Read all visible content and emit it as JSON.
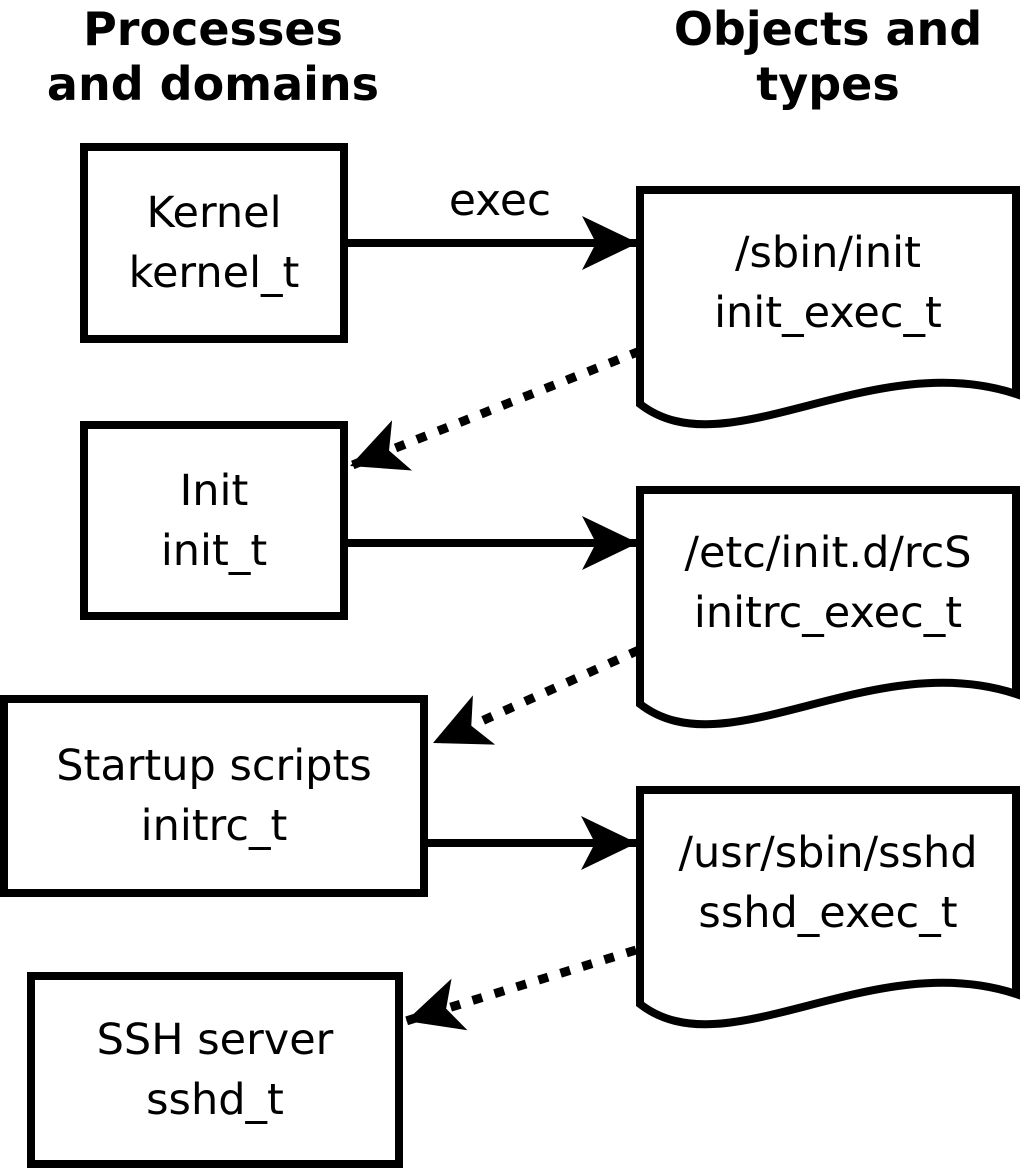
{
  "headings": {
    "processes": {
      "line1": "Processes",
      "line2": "and domains"
    },
    "objects": {
      "line1": "Objects and",
      "line2": "types"
    }
  },
  "process_boxes": [
    {
      "name": "Kernel",
      "type": "kernel_t"
    },
    {
      "name": "Init",
      "type": "init_t"
    },
    {
      "name": "Startup scripts",
      "type": "initrc_t"
    },
    {
      "name": "SSH server",
      "type": "sshd_t"
    }
  ],
  "object_docs": [
    {
      "path": "/sbin/init",
      "type": "init_exec_t"
    },
    {
      "path": "/etc/init.d/rcS",
      "type": "initrc_exec_t"
    },
    {
      "path": "/usr/sbin/sshd",
      "type": "sshd_exec_t"
    }
  ],
  "arrows": [
    {
      "from": "Kernel kernel_t",
      "to": "/sbin/init init_exec_t",
      "style": "solid",
      "label": "exec"
    },
    {
      "from": "/sbin/init init_exec_t",
      "to": "Init init_t",
      "style": "dotted",
      "label": ""
    },
    {
      "from": "Init init_t",
      "to": "/etc/init.d/rcS initrc_exec_t",
      "style": "solid",
      "label": ""
    },
    {
      "from": "/etc/init.d/rcS initrc_exec_t",
      "to": "Startup scripts initrc_t",
      "style": "dotted",
      "label": ""
    },
    {
      "from": "Startup scripts initrc_t",
      "to": "/usr/sbin/sshd sshd_exec_t",
      "style": "solid",
      "label": ""
    },
    {
      "from": "/usr/sbin/sshd sshd_exec_t",
      "to": "SSH server sshd_t",
      "style": "dotted",
      "label": ""
    }
  ],
  "colors": {
    "foreground": "#000000",
    "background": "#ffffff"
  }
}
